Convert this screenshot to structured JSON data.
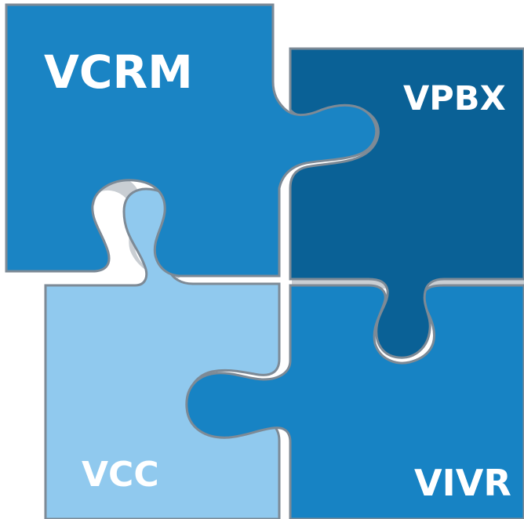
{
  "pieces": {
    "vcrm": {
      "label": "VCRM",
      "color": "#1a84c4"
    },
    "vpbx": {
      "label": "VPBX",
      "color": "#0a6196"
    },
    "vcc": {
      "label": "VCC",
      "color": "#90c9ee"
    },
    "vivr": {
      "label": "VIVR",
      "color": "#1783c4"
    }
  },
  "colors": {
    "outline": "#7d8a96",
    "shadow": "#c9ced3",
    "background": "#ffffff"
  }
}
